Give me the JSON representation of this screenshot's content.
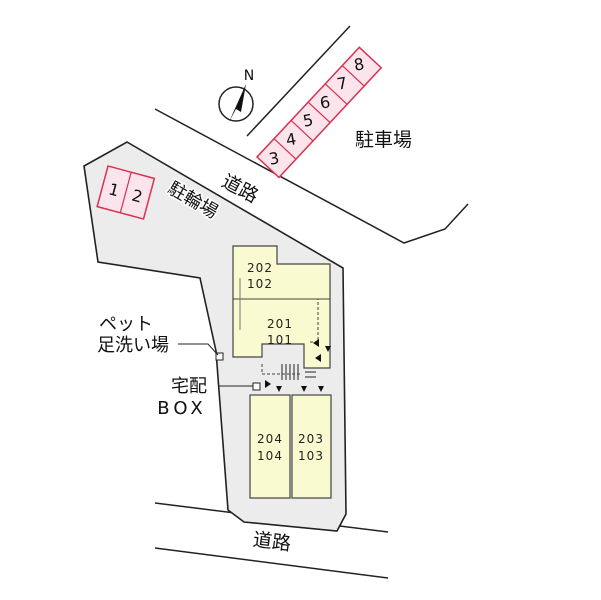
{
  "colors": {
    "site_fill": "#ececec",
    "building_fill": "#fafad0",
    "parking_fill": "#fce4ec",
    "parking_stroke": "#d9304f",
    "line": "#222222"
  },
  "icons": {
    "compass": "north-arrow-icon"
  },
  "compass_label": "N",
  "roads": {
    "top_label": "道路",
    "bottom_label": "道路"
  },
  "parking_east": {
    "label": "駐車場",
    "slots": [
      "3",
      "4",
      "5",
      "6",
      "7",
      "8"
    ]
  },
  "parking_west": {
    "slots": [
      "1",
      "2"
    ]
  },
  "bicycle_parking": {
    "label": "駐輪場"
  },
  "pet_footwash": {
    "line1": "ペット",
    "line2": "足洗い場"
  },
  "delivery_box": {
    "line1": "宅配",
    "line2": "BOX"
  },
  "units": {
    "u202": "202",
    "u102": "102",
    "u201": "201",
    "u101": "101",
    "u204": "204",
    "u104": "104",
    "u203": "203",
    "u103": "103"
  }
}
